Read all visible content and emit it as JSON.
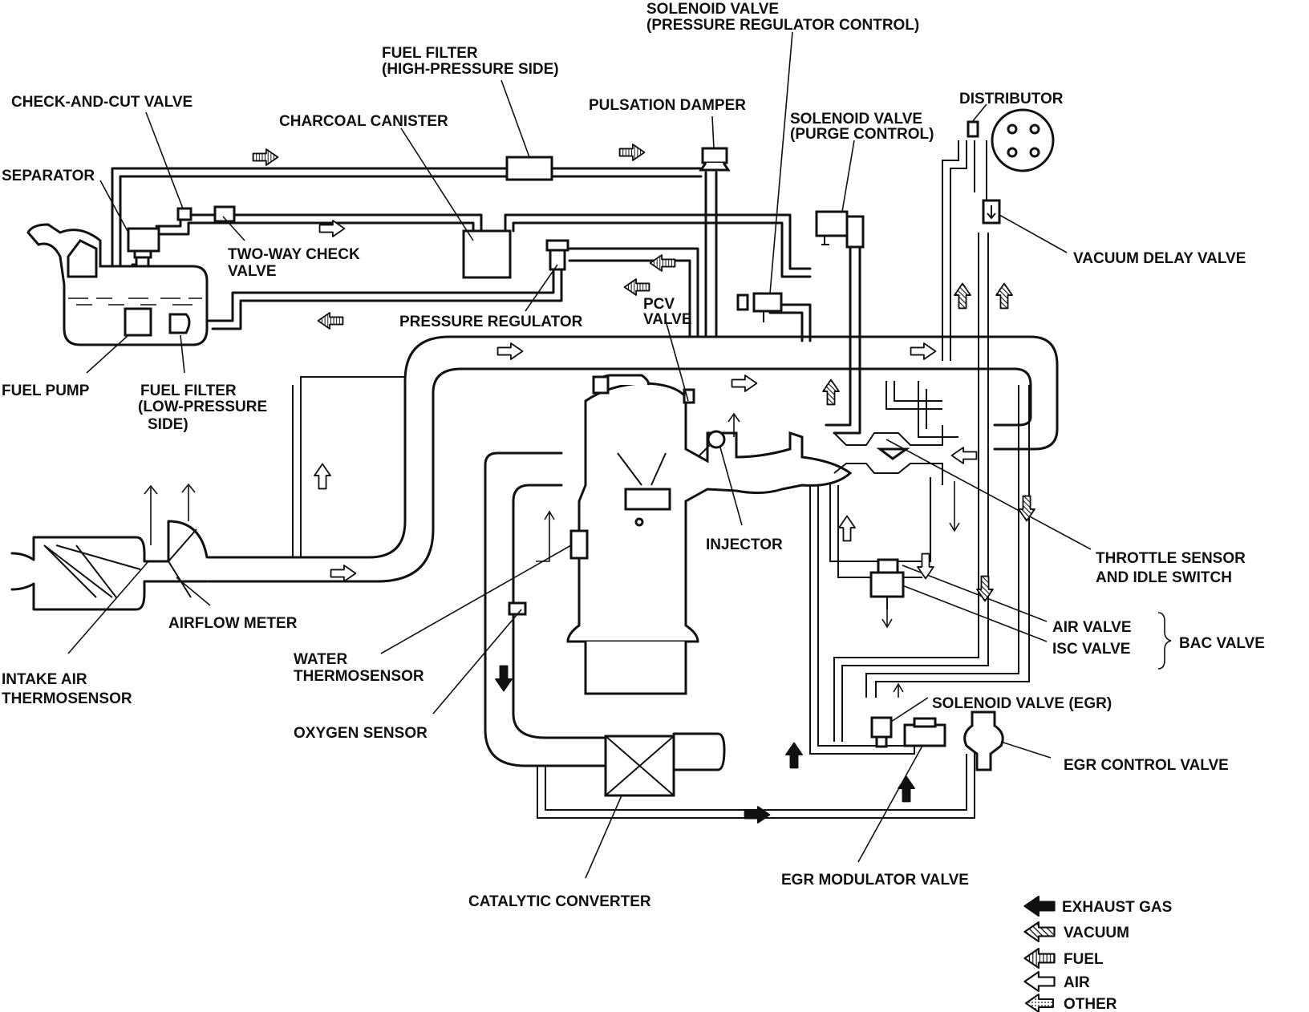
{
  "labels": {
    "solenoid_prc_1": "SOLENOID VALVE",
    "solenoid_prc_2": "(PRESSURE REGULATOR CONTROL)",
    "fuel_filter_hp_1": "FUEL FILTER",
    "fuel_filter_hp_2": "(HIGH-PRESSURE SIDE)",
    "check_cut_valve": "CHECK-AND-CUT VALVE",
    "charcoal_canister": "CHARCOAL CANISTER",
    "pulsation_damper": "PULSATION DAMPER",
    "solenoid_purge_1": "SOLENOID VALVE",
    "solenoid_purge_2": "(PURGE CONTROL)",
    "distributor": "DISTRIBUTOR",
    "separator": "SEPARATOR",
    "two_way_check_1": "TWO-WAY CHECK",
    "two_way_check_2": "VALVE",
    "vacuum_delay_valve": "VACUUM DELAY VALVE",
    "pcv_valve_1": "PCV",
    "pcv_valve_2": "VALVE",
    "pressure_regulator": "PRESSURE REGULATOR",
    "fuel_pump": "FUEL PUMP",
    "fuel_filter_lp_1": "FUEL FILTER",
    "fuel_filter_lp_2": "(LOW-PRESSURE",
    "fuel_filter_lp_3": "SIDE)",
    "injector": "INJECTOR",
    "throttle_sensor_1": "THROTTLE SENSOR",
    "throttle_sensor_2": "AND IDLE SWITCH",
    "airflow_meter": "AIRFLOW METER",
    "air_valve": "AIR VALVE",
    "isc_valve": "ISC VALVE",
    "bac_valve": "BAC VALVE",
    "water_thermo_1": "WATER",
    "water_thermo_2": "THERMOSENSOR",
    "intake_air_1": "INTAKE AIR",
    "intake_air_2": "THERMOSENSOR",
    "solenoid_egr": "SOLENOID VALVE (EGR)",
    "oxygen_sensor": "OXYGEN SENSOR",
    "egr_control_valve": "EGR CONTROL VALVE",
    "egr_modulator_valve": "EGR MODULATOR VALVE",
    "catalytic_converter": "CATALYTIC CONVERTER"
  },
  "legend": [
    {
      "key": "exhaust",
      "label": "EXHAUST GAS",
      "fill": "#111111",
      "icon": "solid-arrow-icon"
    },
    {
      "key": "vacuum",
      "label": "VACUUM",
      "fill": "#777777",
      "icon": "hatched-arrow-icon"
    },
    {
      "key": "fuel",
      "label": "FUEL",
      "fill": "#333333",
      "icon": "striped-arrow-icon"
    },
    {
      "key": "air",
      "label": "AIR",
      "fill": "#ffffff",
      "icon": "outline-arrow-icon"
    },
    {
      "key": "other",
      "label": "OTHER",
      "fill": "#bbbbbb",
      "icon": "dotted-arrow-icon"
    }
  ]
}
